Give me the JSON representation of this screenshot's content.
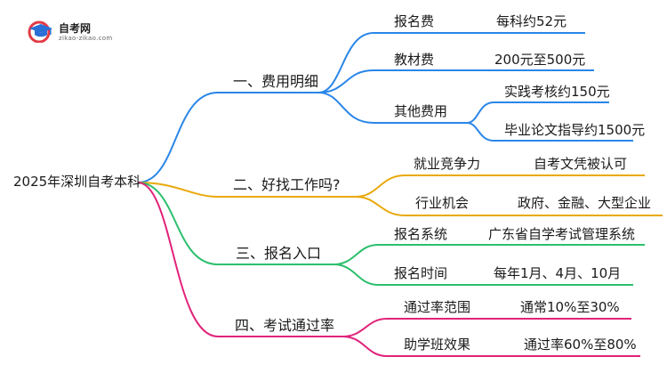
{
  "logo": {
    "name": "自考网",
    "url": "zikao-zikao.com"
  },
  "root": "2025年深圳自考本科",
  "branches": [
    {
      "label": "一、费用明细",
      "color": "#2a86e8",
      "children": [
        {
          "label": "报名费",
          "value": "每科约52元"
        },
        {
          "label": "教材费",
          "value": "200元至500元"
        },
        {
          "label": "其他费用",
          "children": [
            "实践考核约150元",
            "毕业论文指导约1500元"
          ]
        }
      ]
    },
    {
      "label": "二、好找工作吗?",
      "color": "#e9a90c",
      "children": [
        {
          "label": "就业竞争力",
          "value": "自考文凭被认可"
        },
        {
          "label": "行业机会",
          "value": "政府、金融、大型企业"
        }
      ]
    },
    {
      "label": "三、报名入口",
      "color": "#2dbf6e",
      "children": [
        {
          "label": "报名系统",
          "value": "广东省自学考试管理系统"
        },
        {
          "label": "报名时间",
          "value": "每年1月、4月、10月"
        }
      ]
    },
    {
      "label": "四、考试通过率",
      "color": "#e0237a",
      "children": [
        {
          "label": "通过率范围",
          "value": "通常10%至30%"
        },
        {
          "label": "助学班效果",
          "value": "通过率60%至80%"
        }
      ]
    }
  ]
}
